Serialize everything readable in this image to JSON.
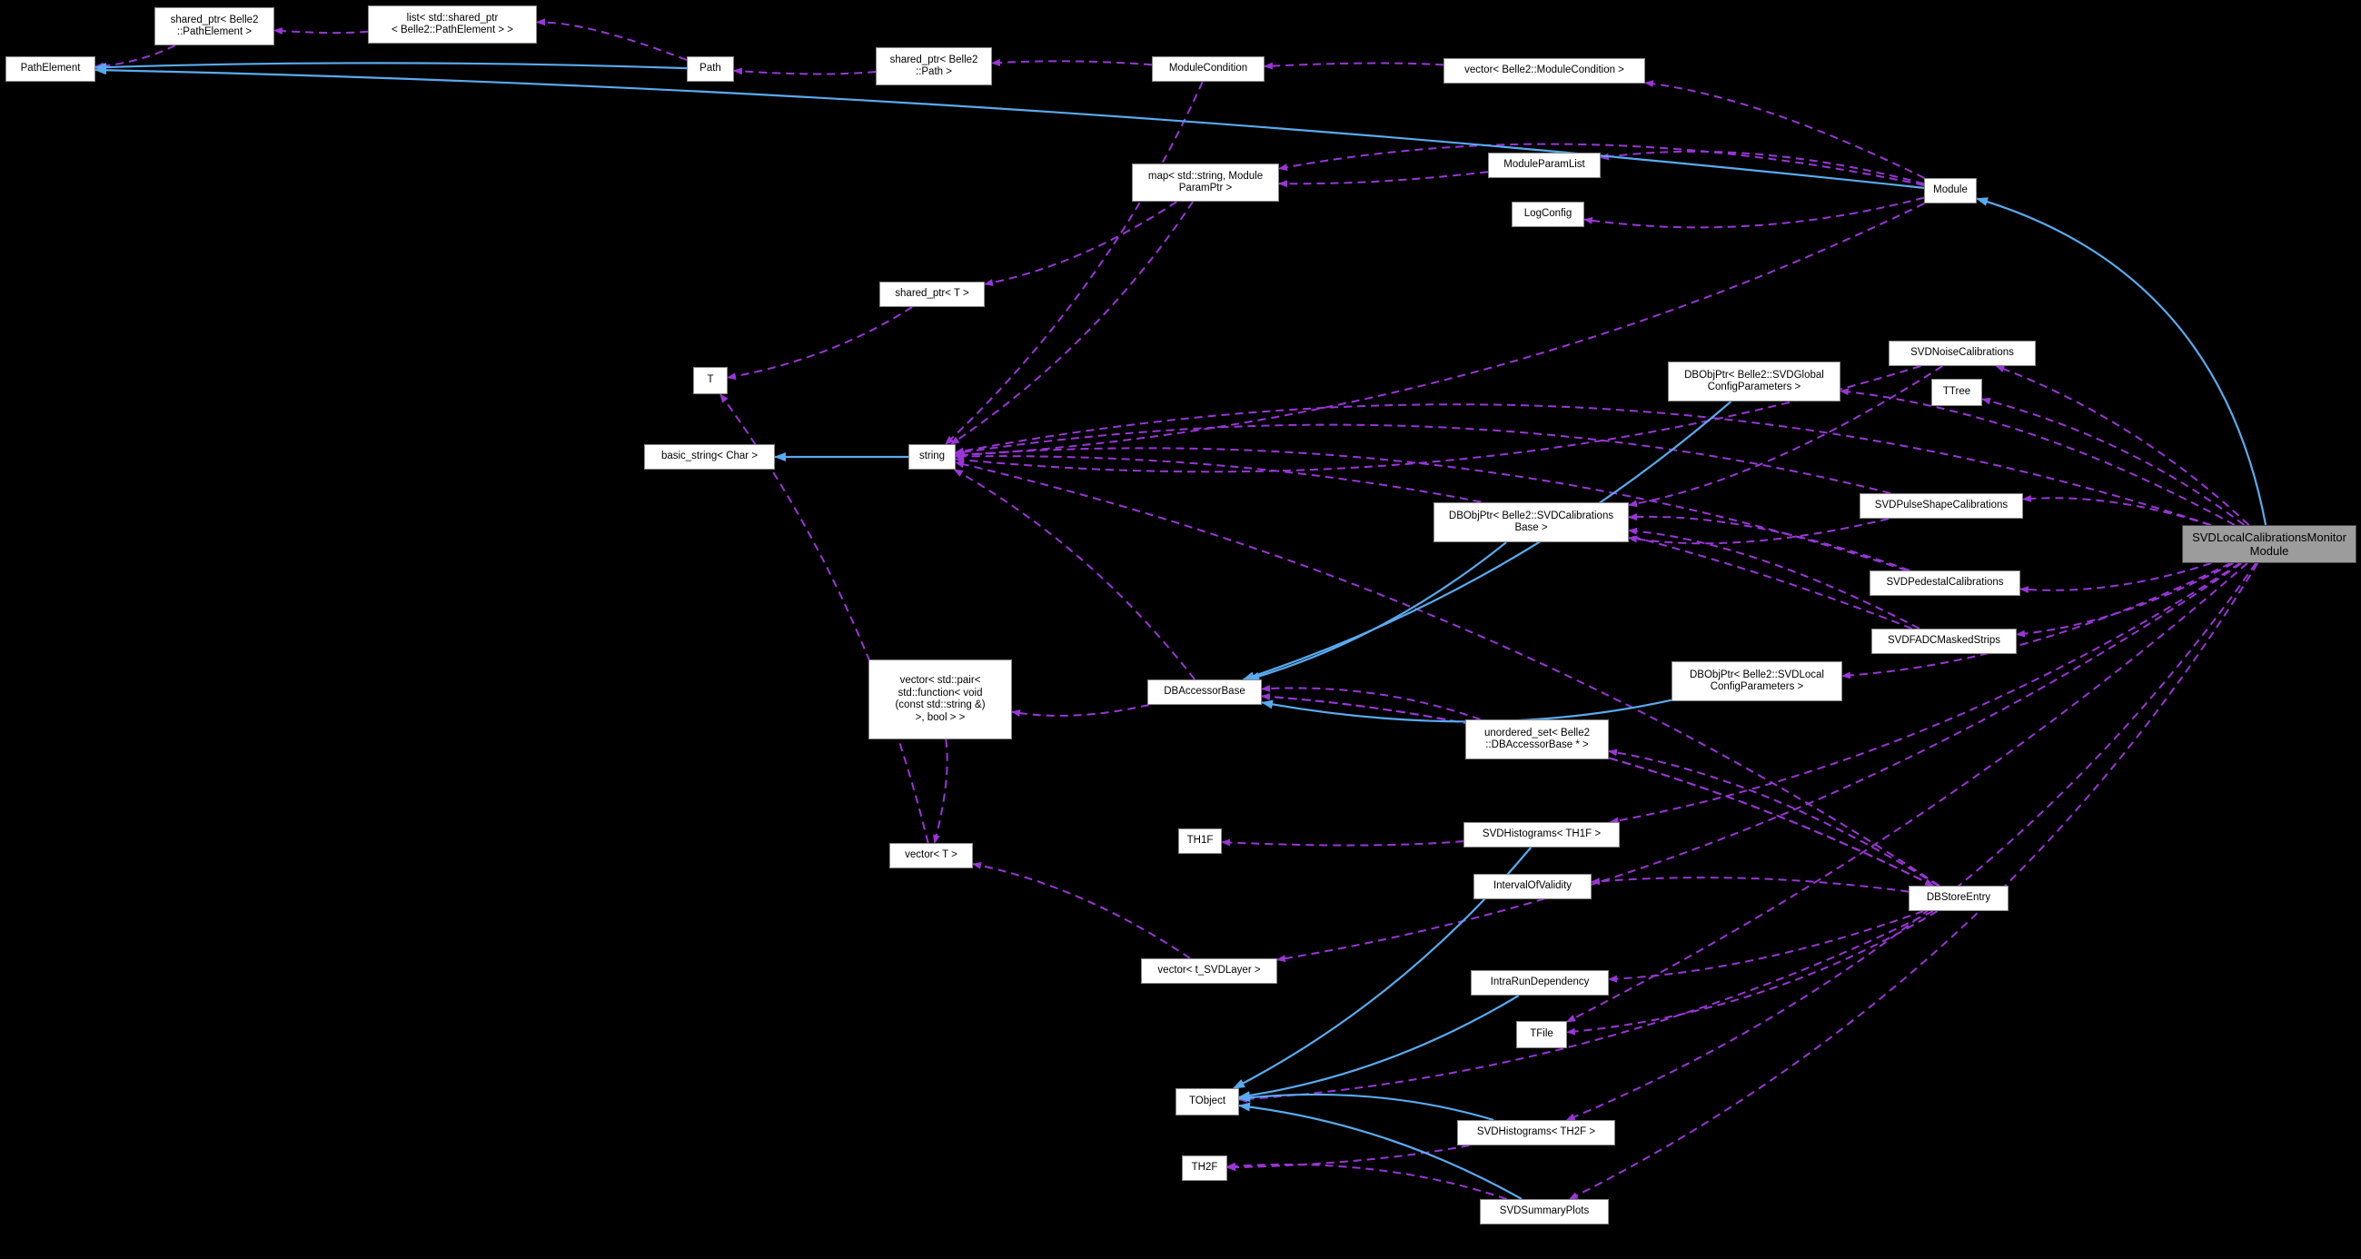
{
  "diagram": {
    "kind": "collaboration-graph",
    "highlighted_node": "SVDLocalCalibrationsMonitorModule",
    "colors": {
      "background": "#000000",
      "node_fill": "#ffffff",
      "node_border": "#8a8a8a",
      "node_text": "#000000",
      "highlight_fill": "#9c9c9c",
      "uses_edge": "#9b35d9",
      "inherits_edge": "#58abf0"
    }
  },
  "nodes": {
    "sharedPtrPathElement": {
      "label": "shared_ptr< Belle2\n::PathElement >"
    },
    "listSharedPtr": {
      "label": "list< std::shared_ptr\n< Belle2::PathElement > >"
    },
    "pathElement": {
      "label": "PathElement"
    },
    "path": {
      "label": "Path"
    },
    "sharedPtrPath": {
      "label": "shared_ptr< Belle2\n::Path >"
    },
    "moduleCondition": {
      "label": "ModuleCondition"
    },
    "vectorModuleCondition": {
      "label": "vector< Belle2::ModuleCondition >"
    },
    "module": {
      "label": "Module"
    },
    "mapParam": {
      "label": "map< std::string, Module\nParamPtr >"
    },
    "moduleParamList": {
      "label": "ModuleParamList"
    },
    "logConfig": {
      "label": "LogConfig"
    },
    "sharedPtrT": {
      "label": "shared_ptr< T >"
    },
    "t": {
      "label": "T"
    },
    "basicStringChar": {
      "label": "basic_string< Char >"
    },
    "string": {
      "label": "string"
    },
    "dbObjPtrGlobal": {
      "label": "DBObjPtr< Belle2::SVDGlobal\nConfigParameters >"
    },
    "svdNoiseCalibrations": {
      "label": "SVDNoiseCalibrations"
    },
    "tTree": {
      "label": "TTree"
    },
    "dbObjPtrCalibBase": {
      "label": "DBObjPtr< Belle2::SVDCalibrations\nBase >"
    },
    "svdPulseShape": {
      "label": "SVDPulseShapeCalibrations"
    },
    "svdPedestal": {
      "label": "SVDPedestalCalibrations"
    },
    "svdFadcMasked": {
      "label": "SVDFADCMaskedStrips"
    },
    "vectorStdPair": {
      "label": "vector< std::pair<\nstd::function< void\n(const std::string &)\n>, bool > >"
    },
    "dbAccessorBase": {
      "label": "DBAccessorBase"
    },
    "dbObjPtrLocal": {
      "label": "DBObjPtr< Belle2::SVDLocal\nConfigParameters >"
    },
    "unorderedSet": {
      "label": "unordered_set< Belle2\n::DBAccessorBase * >"
    },
    "th1f": {
      "label": "TH1F"
    },
    "svdHistTH1F": {
      "label": "SVDHistograms< TH1F >"
    },
    "intervalOfValidity": {
      "label": "IntervalOfValidity"
    },
    "dbStoreEntry": {
      "label": "DBStoreEntry"
    },
    "vectorT": {
      "label": "vector< T >"
    },
    "vectorTSvdLayer": {
      "label": "vector< t_SVDLayer >"
    },
    "intraRunDependency": {
      "label": "IntraRunDependency"
    },
    "tFile": {
      "label": "TFile"
    },
    "tObject": {
      "label": "TObject"
    },
    "svdHistTH2F": {
      "label": "SVDHistograms< TH2F >"
    },
    "th2f": {
      "label": "TH2F"
    },
    "svdSummaryPlots": {
      "label": "SVDSummaryPlots"
    },
    "monitor": {
      "label": "SVDLocalCalibrationsMonitor\nModule"
    }
  },
  "edges": [
    {
      "from": "listSharedPtr",
      "to": "sharedPtrPathElement",
      "kind": "uses"
    },
    {
      "from": "sharedPtrPathElement",
      "to": "pathElement",
      "kind": "uses"
    },
    {
      "from": "path",
      "to": "listSharedPtr",
      "kind": "uses"
    },
    {
      "from": "sharedPtrPath",
      "to": "path",
      "kind": "uses"
    },
    {
      "from": "moduleCondition",
      "to": "sharedPtrPath",
      "kind": "uses"
    },
    {
      "from": "vectorModuleCondition",
      "to": "moduleCondition",
      "kind": "uses"
    },
    {
      "from": "module",
      "to": "vectorModuleCondition",
      "kind": "uses"
    },
    {
      "from": "moduleParamList",
      "to": "mapParam",
      "kind": "uses"
    },
    {
      "from": "module",
      "to": "moduleParamList",
      "kind": "uses"
    },
    {
      "from": "module",
      "to": "logConfig",
      "kind": "uses"
    },
    {
      "from": "module",
      "to": "mapParam",
      "kind": "uses"
    },
    {
      "from": "mapParam",
      "to": "sharedPtrT",
      "kind": "uses"
    },
    {
      "from": "mapParam",
      "to": "string",
      "kind": "uses"
    },
    {
      "from": "sharedPtrT",
      "to": "t",
      "kind": "uses"
    },
    {
      "from": "vectorT",
      "to": "t",
      "kind": "uses"
    },
    {
      "from": "module",
      "to": "string",
      "kind": "uses"
    },
    {
      "from": "moduleCondition",
      "to": "string",
      "kind": "uses"
    },
    {
      "from": "dbAccessorBase",
      "to": "string",
      "kind": "uses"
    },
    {
      "from": "dbStoreEntry",
      "to": "string",
      "kind": "uses"
    },
    {
      "from": "monitor",
      "to": "string",
      "kind": "uses"
    },
    {
      "from": "svdNoiseCalibrations",
      "to": "string",
      "kind": "uses"
    },
    {
      "from": "svdPulseShape",
      "to": "string",
      "kind": "uses"
    },
    {
      "from": "svdPedestal",
      "to": "string",
      "kind": "uses"
    },
    {
      "from": "svdFadcMasked",
      "to": "string",
      "kind": "uses"
    },
    {
      "from": "svdNoiseCalibrations",
      "to": "dbObjPtrCalibBase",
      "kind": "uses"
    },
    {
      "from": "svdPulseShape",
      "to": "dbObjPtrCalibBase",
      "kind": "uses"
    },
    {
      "from": "svdPedestal",
      "to": "dbObjPtrCalibBase",
      "kind": "uses"
    },
    {
      "from": "svdFadcMasked",
      "to": "dbObjPtrCalibBase",
      "kind": "uses"
    },
    {
      "from": "dbAccessorBase",
      "to": "vectorStdPair",
      "kind": "uses"
    },
    {
      "from": "vectorStdPair",
      "to": "vectorT",
      "kind": "uses"
    },
    {
      "from": "vectorTSvdLayer",
      "to": "vectorT",
      "kind": "uses"
    },
    {
      "from": "unorderedSet",
      "to": "dbAccessorBase",
      "kind": "uses"
    },
    {
      "from": "dbStoreEntry",
      "to": "dbAccessorBase",
      "kind": "uses"
    },
    {
      "from": "dbStoreEntry",
      "to": "unorderedSet",
      "kind": "uses"
    },
    {
      "from": "dbStoreEntry",
      "to": "intervalOfValidity",
      "kind": "uses"
    },
    {
      "from": "dbStoreEntry",
      "to": "intraRunDependency",
      "kind": "uses"
    },
    {
      "from": "dbStoreEntry",
      "to": "tFile",
      "kind": "uses"
    },
    {
      "from": "dbStoreEntry",
      "to": "tObject",
      "kind": "uses"
    },
    {
      "from": "dbAccessorBase",
      "to": "dbStoreEntry",
      "kind": "uses"
    },
    {
      "from": "svdHistTH1F",
      "to": "th1f",
      "kind": "uses"
    },
    {
      "from": "svdHistTH2F",
      "to": "th2f",
      "kind": "uses"
    },
    {
      "from": "svdSummaryPlots",
      "to": "th2f",
      "kind": "uses"
    },
    {
      "from": "monitor",
      "to": "svdNoiseCalibrations",
      "kind": "uses"
    },
    {
      "from": "monitor",
      "to": "tTree",
      "kind": "uses"
    },
    {
      "from": "monitor",
      "to": "dbObjPtrGlobal",
      "kind": "uses"
    },
    {
      "from": "monitor",
      "to": "svdPulseShape",
      "kind": "uses"
    },
    {
      "from": "monitor",
      "to": "svdPedestal",
      "kind": "uses"
    },
    {
      "from": "monitor",
      "to": "svdFadcMasked",
      "kind": "uses"
    },
    {
      "from": "monitor",
      "to": "dbObjPtrLocal",
      "kind": "uses"
    },
    {
      "from": "monitor",
      "to": "svdHistTH1F",
      "kind": "uses"
    },
    {
      "from": "monitor",
      "to": "svdHistTH2F",
      "kind": "uses"
    },
    {
      "from": "monitor",
      "to": "svdSummaryPlots",
      "kind": "uses"
    },
    {
      "from": "monitor",
      "to": "tFile",
      "kind": "uses"
    },
    {
      "from": "monitor",
      "to": "vectorTSvdLayer",
      "kind": "uses"
    },
    {
      "from": "path",
      "to": "pathElement",
      "kind": "inherits"
    },
    {
      "from": "module",
      "to": "pathElement",
      "kind": "inherits"
    },
    {
      "from": "string",
      "to": "basicStringChar",
      "kind": "inherits"
    },
    {
      "from": "dbObjPtrGlobal",
      "to": "dbAccessorBase",
      "kind": "inherits"
    },
    {
      "from": "dbObjPtrCalibBase",
      "to": "dbAccessorBase",
      "kind": "inherits"
    },
    {
      "from": "dbObjPtrLocal",
      "to": "dbAccessorBase",
      "kind": "inherits"
    },
    {
      "from": "svdHistTH1F",
      "to": "tObject",
      "kind": "inherits"
    },
    {
      "from": "svdHistTH2F",
      "to": "tObject",
      "kind": "inherits"
    },
    {
      "from": "svdSummaryPlots",
      "to": "tObject",
      "kind": "inherits"
    },
    {
      "from": "intraRunDependency",
      "to": "tObject",
      "kind": "inherits"
    },
    {
      "from": "monitor",
      "to": "module",
      "kind": "inherits"
    }
  ]
}
